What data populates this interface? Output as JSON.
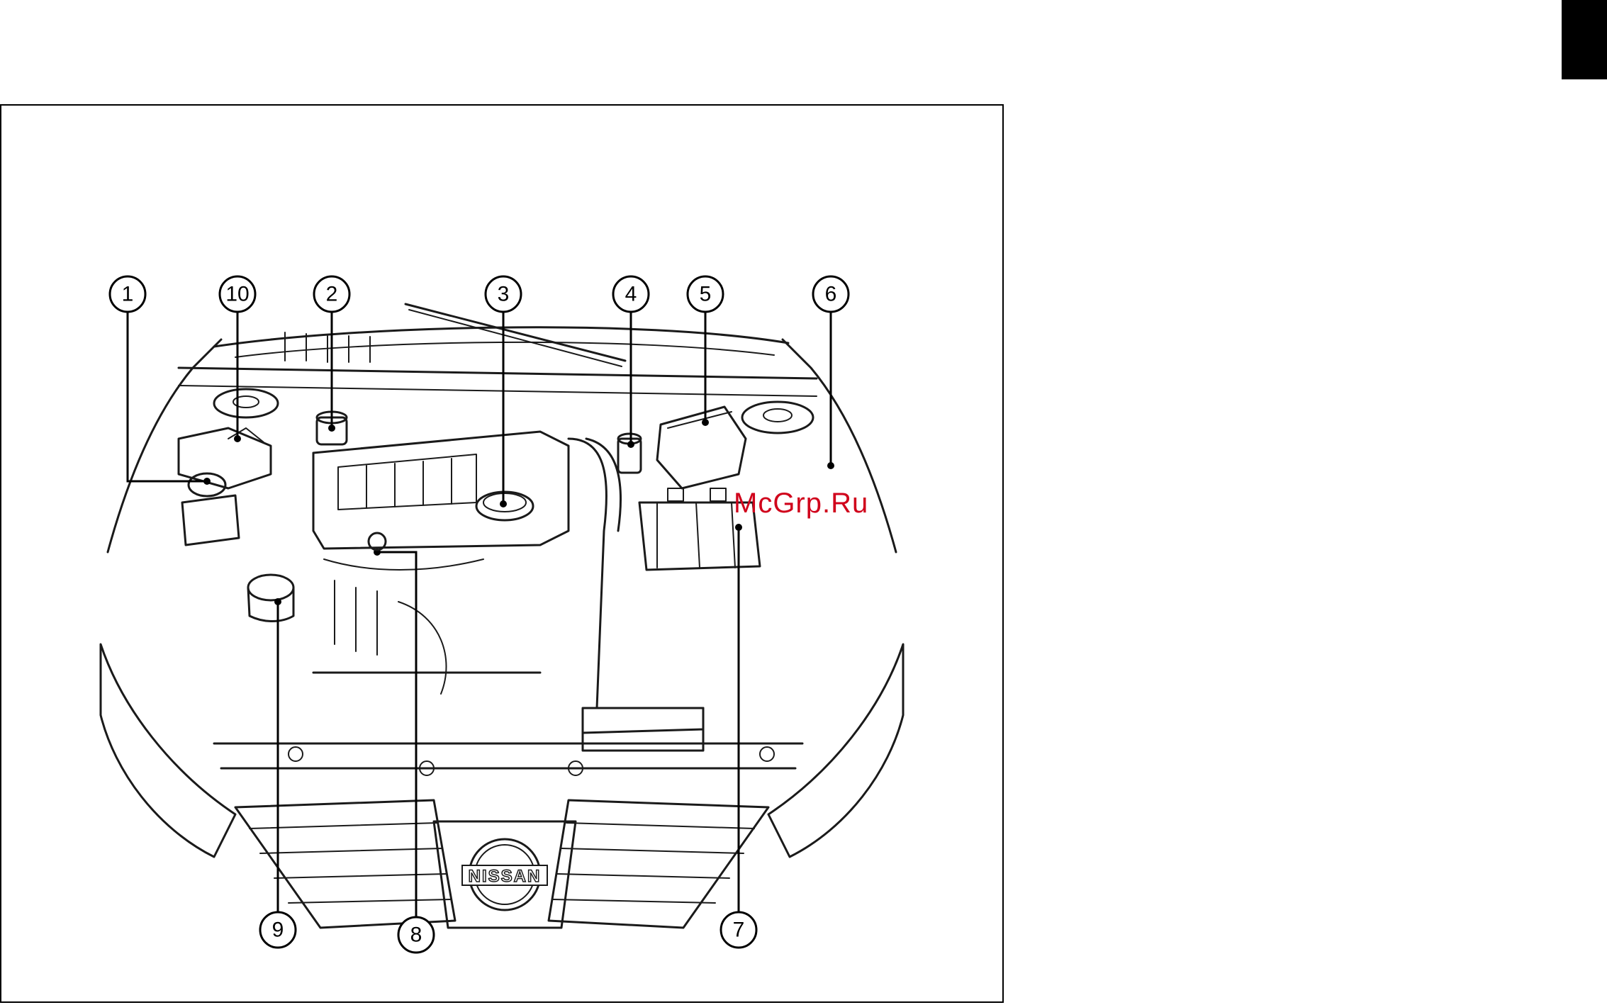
{
  "callouts": {
    "c1": "1",
    "c2": "2",
    "c3": "3",
    "c4": "4",
    "c5": "5",
    "c6": "6",
    "c7": "7",
    "c8": "8",
    "c9": "9",
    "c10": "10"
  },
  "logo": {
    "brand_text": "NISSAN"
  },
  "watermark": {
    "text": "McGrp.Ru"
  },
  "colors": {
    "watermark": "#d0021b",
    "ink": "#000000",
    "page_tab": "#000000"
  }
}
